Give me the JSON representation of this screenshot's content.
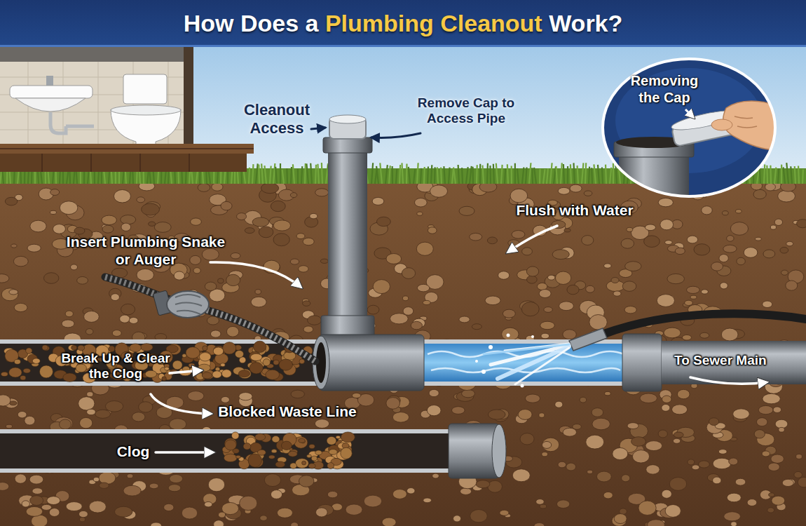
{
  "diagram": {
    "title": "How Does a Plumbing Cleanout Work?",
    "nodes": [
      {
        "text": [
          "Removing the Cap"
        ]
      }
    ],
    "labels": [
      "Cleanout Access",
      "Remove Cap to Access Pipe",
      "Insert Plumbing Snake or Auger",
      "Flush with Water",
      "Break Up & Clear the Clog",
      "To Sewer Main",
      "Blocked Waste Line",
      "Clog"
    ]
  }
}
